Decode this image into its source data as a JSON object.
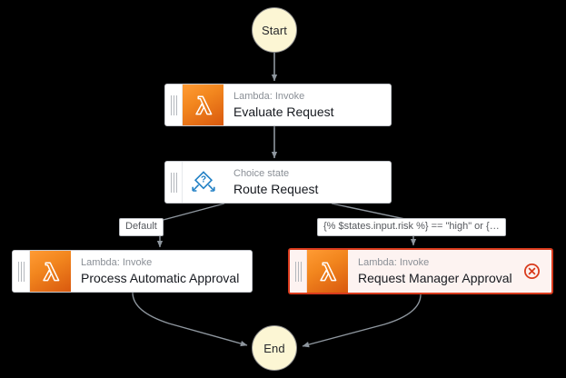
{
  "graph": {
    "title": "State machine workflow graph",
    "background_color": "#000000",
    "edge_color": "#8e969e",
    "terminals": {
      "start": {
        "label": "Start",
        "fill": "#fcf6d4",
        "border": "#8d8d8d"
      },
      "end": {
        "label": "End",
        "fill": "#fcf6d4",
        "border": "#8d8d8d"
      }
    },
    "nodes": [
      {
        "id": "evaluate-request",
        "type_label": "Lambda: Invoke",
        "title": "Evaluate Request",
        "icon": "lambda-icon",
        "accent_color": "#ef8220",
        "status": "normal"
      },
      {
        "id": "route-request",
        "type_label": "Choice state",
        "title": "Route Request",
        "icon": "choice-diamond-icon",
        "accent_color": "#1f7fc4",
        "status": "normal"
      },
      {
        "id": "process-automatic-approval",
        "type_label": "Lambda: Invoke",
        "title": "Process Automatic Approval",
        "icon": "lambda-icon",
        "accent_color": "#ef8220",
        "status": "normal"
      },
      {
        "id": "request-manager-approval",
        "type_label": "Lambda: Invoke",
        "title": "Request Manager Approval",
        "icon": "lambda-icon",
        "accent_color": "#ef8220",
        "status": "error",
        "error_badge_icon": "error-circle-x-icon",
        "error_color": "#d93b1d"
      }
    ],
    "edge_labels": {
      "default": "Default",
      "condition": "{% $states.input.risk %} == \"high\" or {%…"
    }
  }
}
